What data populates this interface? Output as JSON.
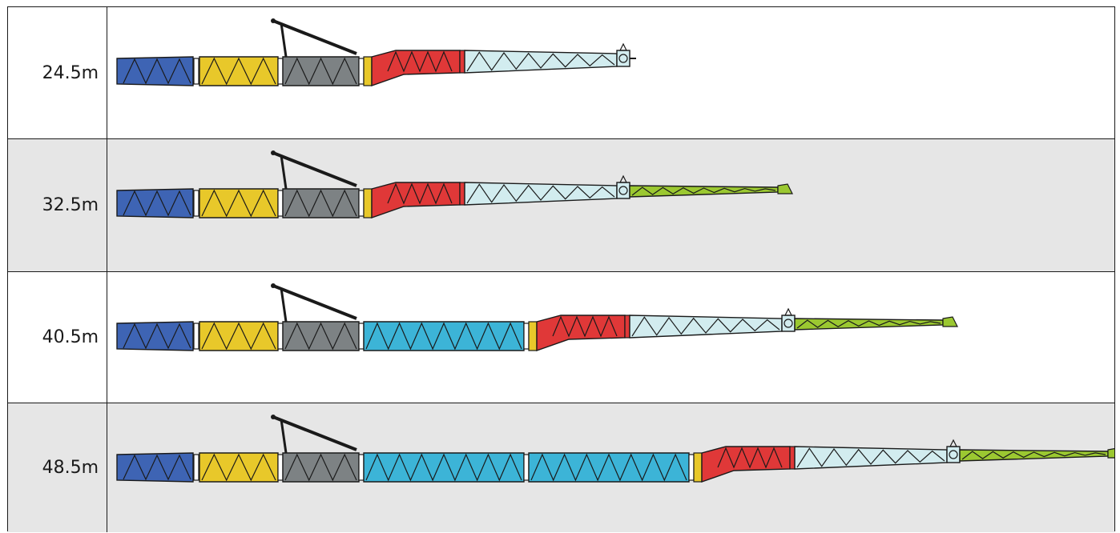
{
  "colors": {
    "row_white": "#ffffff",
    "row_grey": "#e6e6e6",
    "base": "#3e64b4",
    "yellow": "#e8c82a",
    "grey": "#7d8284",
    "cyan": "#3cb4d7",
    "red": "#e03838",
    "light_cyan": "#d2ecef",
    "lime": "#9bc831",
    "line": "#1a1a1a"
  },
  "rows": [
    {
      "label": "24.5m",
      "shade": "white",
      "cyan_sections": 0,
      "jib": false
    },
    {
      "label": "32.5m",
      "shade": "grey",
      "cyan_sections": 0,
      "jib": true
    },
    {
      "label": "40.5m",
      "shade": "white",
      "cyan_sections": 1,
      "jib": true
    },
    {
      "label": "48.5m",
      "shade": "grey",
      "cyan_sections": 2,
      "jib": true
    }
  ]
}
